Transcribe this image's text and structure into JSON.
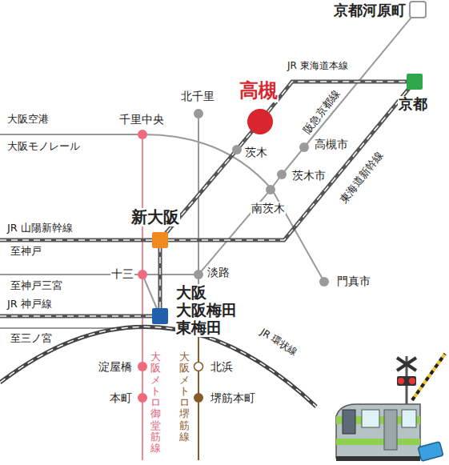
{
  "diagram": {
    "labels": [
      "京都河原町",
      "JR 東海道本線",
      "高槻",
      "阪急京都線",
      "京都",
      "北千里",
      "茨木",
      "高槻市",
      "茨木市",
      "東海道新幹線",
      "南茨木",
      "大阪空港",
      "大阪モノレール",
      "千里中央",
      "新大阪",
      "JR 山陽新幹線",
      "至神戸",
      "十三",
      "淡路",
      "門真市",
      "至神戸三宮",
      "JR 神戸線",
      "大阪",
      "大阪梅田",
      "東梅田",
      "至三ノ宮",
      "JR 環状線",
      "淀屋橋",
      "北浜",
      "本町",
      "堺筋本町",
      "大阪メトロ御堂筋線",
      "大阪メトロ堺筋線"
    ]
  }
}
